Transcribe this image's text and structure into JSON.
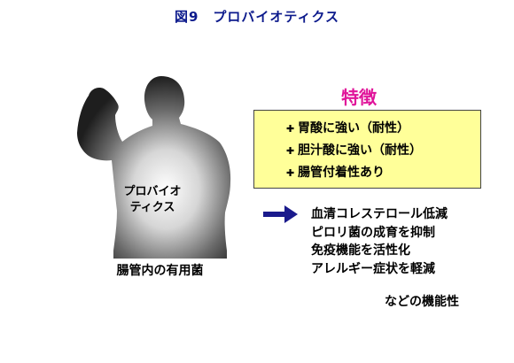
{
  "title": "図9　プロバイオティクス",
  "figure": {
    "body_label": [
      "プロバイオ",
      "ティクス"
    ],
    "caption": "腸管内の有用菌"
  },
  "features": {
    "heading": "特徴",
    "bullet_icon": "filled-cross-bullet",
    "items": [
      "胃酸に強い（耐性）",
      "胆汁酸に強い（耐性）",
      "腸管付着性あり"
    ]
  },
  "effects": {
    "arrow_icon": "right-arrow",
    "items": [
      "血清コレステロール低減",
      "ピロリ菌の成育を抑制",
      "免疫機能を活性化",
      "アレルギー症状を軽減"
    ],
    "footer": "などの機能性"
  },
  "colors": {
    "title": "#0c1a8c",
    "heading": "#e0149a",
    "box_fill": "#ffff99",
    "arrow": "#1a1a8c"
  }
}
